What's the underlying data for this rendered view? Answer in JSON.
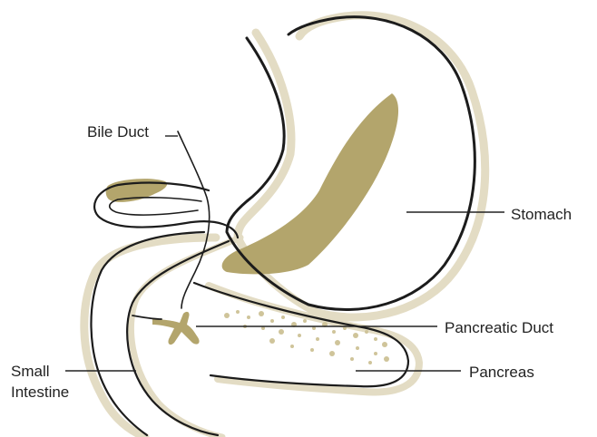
{
  "labels": {
    "bile_duct": "Bile Duct",
    "stomach": "Stomach",
    "pancreatic_duct": "Pancreatic Duct",
    "pancreas": "Pancreas",
    "small_intestine": "Small\nIntestine"
  },
  "colors": {
    "outline": "#1c1c1c",
    "shadow": "#e3dcc4",
    "fill_olive": "#b3a56c",
    "dots": "#cfc49a",
    "leader": "#222222",
    "background": "#ffffff"
  }
}
